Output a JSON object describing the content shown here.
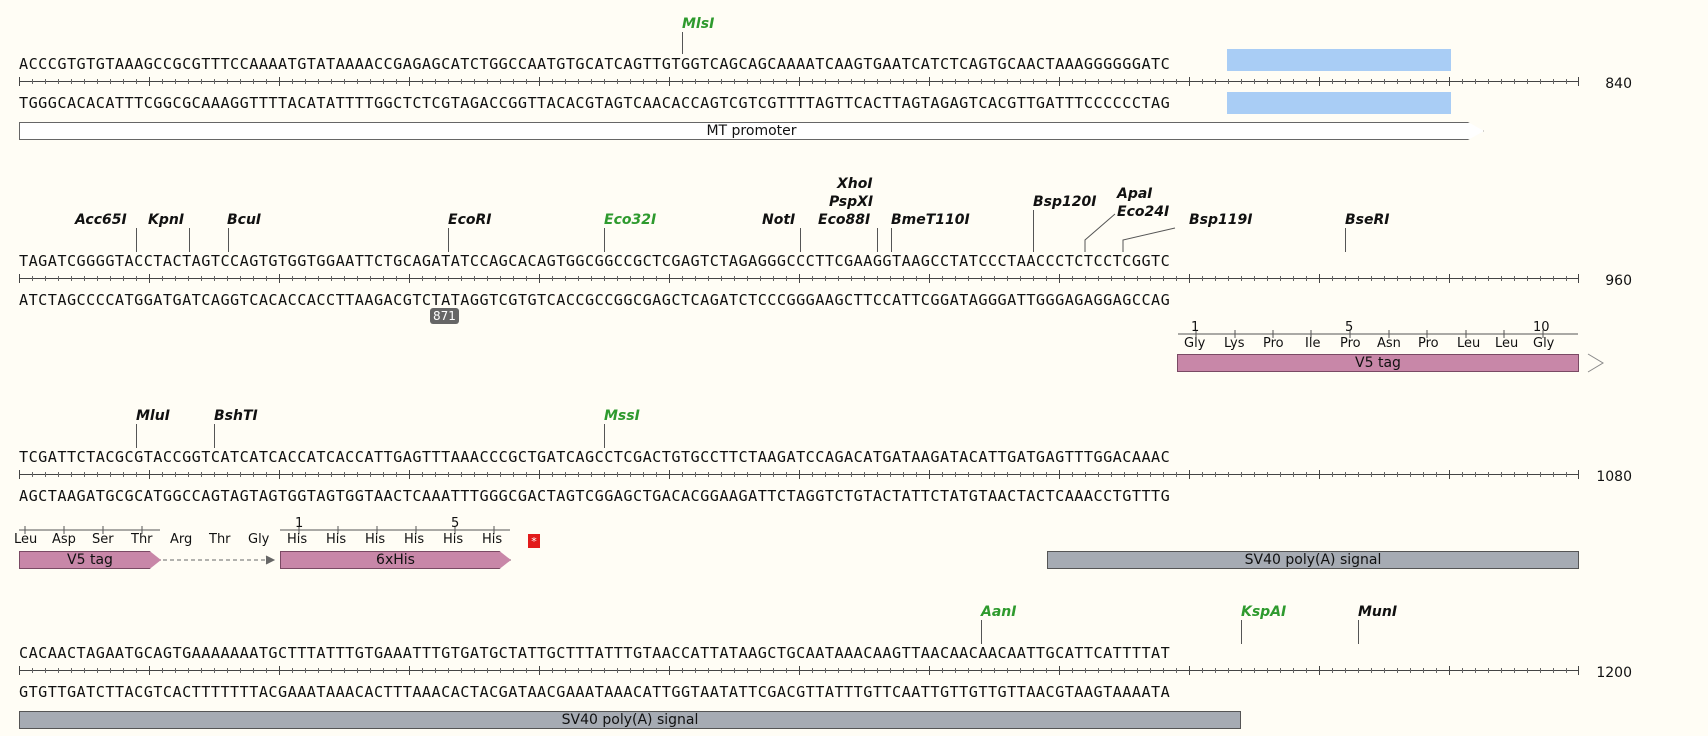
{
  "rows": [
    {
      "top": "ACCCGTGTGTAAAGCCGCGTTTCCAAAATGTATAAAACCGAGAGCATCTGGCCAATGTGCATCAGTTGTGGTCAGCAGCAAAATCAAGTGAATCATCTCAGTGCAACTAAAGGGGGGATC",
      "bottom": "TGGGCACACATTTCGGCGCAAAGGTTTTACATATTTTGGCTCTCGTAGACCGGTTACACGTAGTCAACACCAGTCGTCGTTTTAGTTCACTTAGTAGAGTCACGTTGATTTCCCCCCTAG",
      "position": "840"
    },
    {
      "top": "TAGATCGGGGTACCTACTAGTCCAGTGTGGTGGAATTCTGCAGATATCCAGCACAGTGGCGGCCGCTCGAGTCTAGAGGGCCCTTCGAAGGTAAGCCTATCCCTAACCCTCTCCTCGGTC",
      "bottom": "ATCTAGCCCCATGGATGATCAGGTCACACCACCTTAAGACGTCTATAGGTCGTGTCACCGCCGGCGAGCTCAGATCTCCCGGGAAGCTTCCATTCGGATAGGGATTGGGAGAGGAGCCAG",
      "position": "960"
    },
    {
      "top": "TCGATTCTACGCGTACCGGTCATCATCACCATCACCATTGAGTTTAAACCCGCTGATCAGCCTCGACTGTGCCTTCTAAGATCCAGACATGATAAGATACATTGATGAGTTTGGACAAAC",
      "bottom": "AGCTAAGATGCGCATGGCCAGTAGTAGTGGTAGTGGTAACTCAAATTTGGGCGACTAGTCGGAGCTGACACGGAAGATTCTAGGTCTGTACTATTCTATGTAACTACTCAAACCTGTTTG",
      "position": "1080"
    },
    {
      "top": "CACAACTAGAATGCAGTGAAAAAAATGCTTTATTTGTGAAATTTGTGATGCTATTGCTTTATTTGTAACCATTATAAGCTGCAATAAACAAGTTAACAACAACAATTGCATTCATTTTAT",
      "bottom": "GTGTTGATCTTACGTCACTTTTTTTACGAAATAAACACTTTAAACACTACGATAACGAAATAAACATTGGTAATATTCGACGTTATTTGTTCAATTGTTGTTGTTAACGTAAGTAAAATA",
      "position": "1200"
    }
  ],
  "sites": {
    "mlsi": "MlsI",
    "acc65i": "Acc65I",
    "kpni": "KpnI",
    "bcui": "BcuI",
    "ecori": "EcoRI",
    "eco32i": "Eco32I",
    "noti": "NotI",
    "xhoi": "XhoI",
    "pspxi": "PspXI",
    "eco88i": "Eco88I",
    "bmet110i": "BmeT110I",
    "bsp120i": "Bsp120I",
    "apai": "ApaI",
    "eco24i": "Eco24I",
    "bsp119i": "Bsp119I",
    "bseri": "BseRI",
    "mlui": "MluI",
    "bshti": "BshTI",
    "mssi": "MssI",
    "aani": "AanI",
    "kspai": "KspAI",
    "muni": "MunI"
  },
  "features": {
    "mt_promoter": "MT promoter",
    "v5_tag": "V5 tag",
    "v5_tag_2": "V5 tag",
    "his6": "6xHis",
    "sv40_a": "SV40 poly(A) signal",
    "sv40_b": "SV40 poly(A) signal"
  },
  "translation": {
    "v5_a": [
      "Gly",
      "Lys",
      "Pro",
      "Ile",
      "Pro",
      "Asn",
      "Pro",
      "Leu",
      "Leu",
      "Gly"
    ],
    "v5_a_nums": [
      "1",
      "5",
      "10"
    ],
    "v5_b": [
      "Leu",
      "Asp",
      "Ser",
      "Thr"
    ],
    "linker": [
      "Arg",
      "Thr",
      "Gly"
    ],
    "his": [
      "His",
      "His",
      "His",
      "His",
      "His",
      "His"
    ],
    "his_nums": [
      "1",
      "5"
    ],
    "stop": "*"
  },
  "badge": "871",
  "colors": {
    "selection": "#a9cdf5",
    "feature_pink": "#c887a8",
    "feature_gray": "#a6abb3",
    "enzyme_green": "#2e9a2e",
    "background": "#fffdf5"
  }
}
